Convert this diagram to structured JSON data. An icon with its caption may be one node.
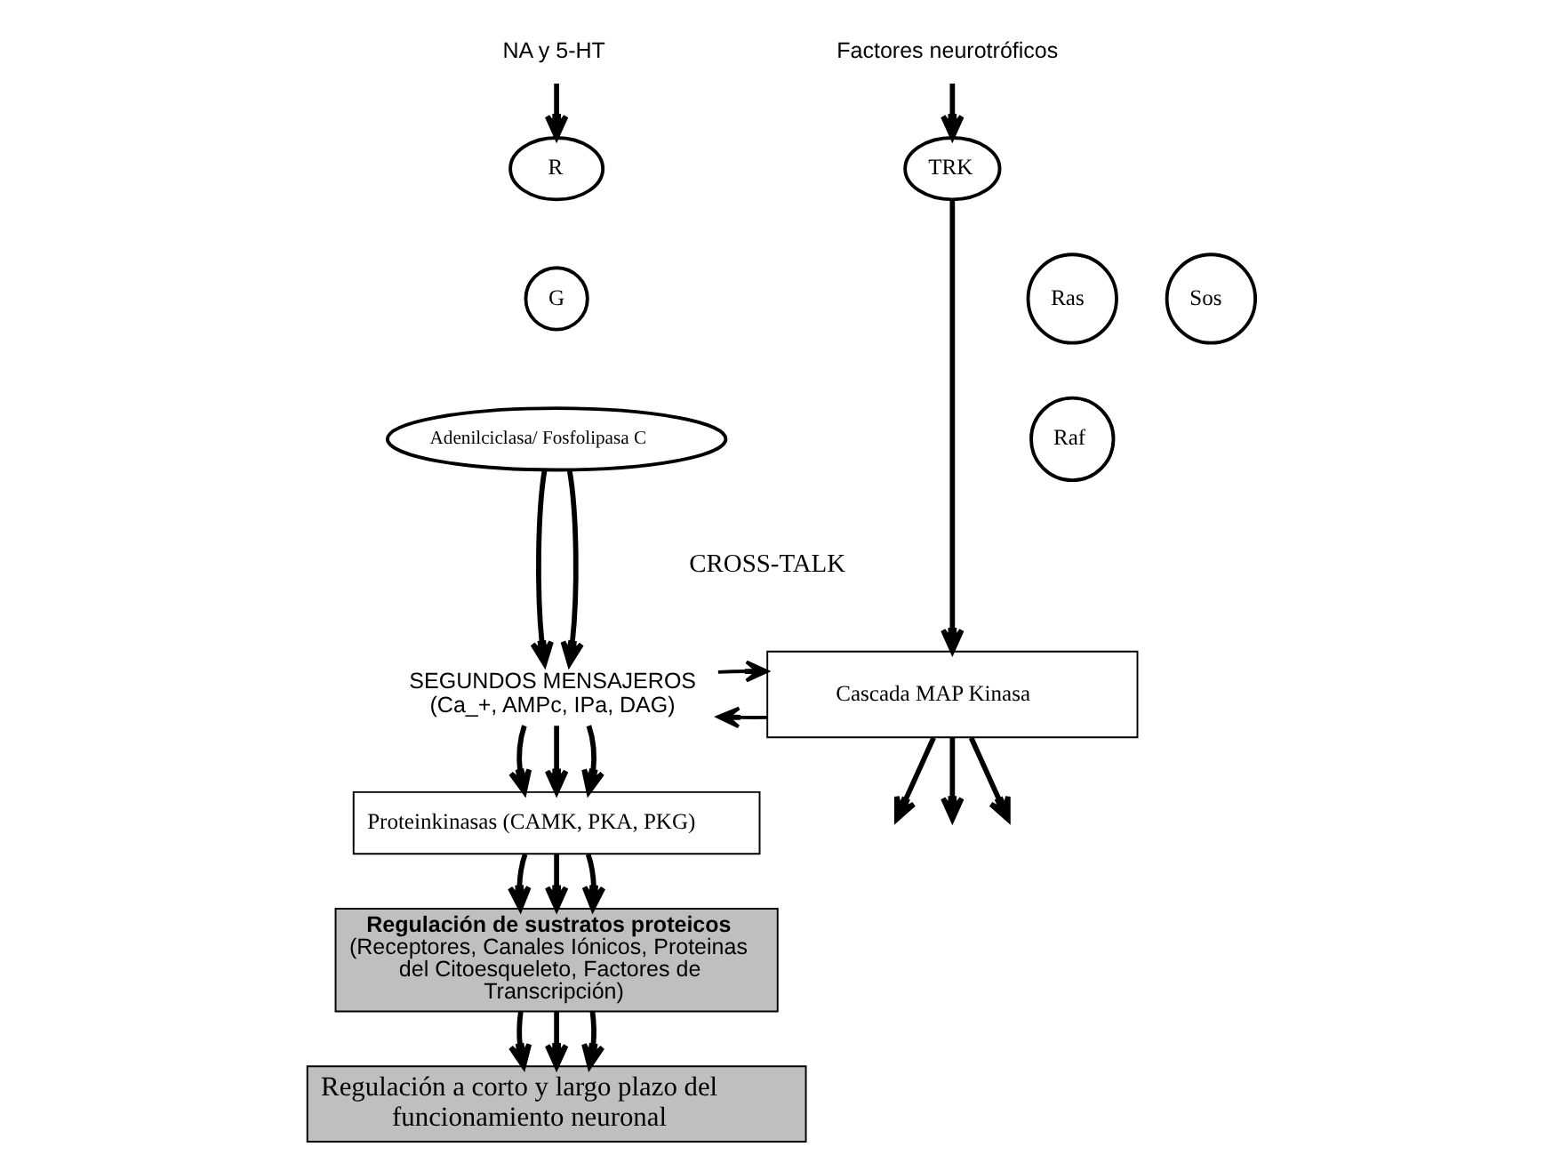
{
  "diagram": {
    "nodes": [
      {
        "text": [
          "NA y 5-HT"
        ]
      },
      {
        "text": [
          "R"
        ]
      },
      {
        "text": [
          "G"
        ]
      },
      {
        "text": [
          "Adenilciclasa/ Fosfolipasa C"
        ]
      },
      {
        "text": [
          "SEGUNDOS MENSAJEROS",
          "(Ca_+, AMPc, IPa, DAG)"
        ]
      },
      {
        "text": [
          "Proteinkinasas (CAMK, PKA, PKG)"
        ]
      },
      {
        "text": [
          "Factores neurotróficos"
        ]
      },
      {
        "text": [
          "Ras"
        ]
      },
      {
        "text": [
          "Raf"
        ]
      },
      {
        "text": [
          "Sos"
        ]
      },
      {
        "text": [
          "TRK"
        ]
      },
      {
        "text": [
          "Cascada MAP Kinasa"
        ]
      },
      {
        "text": [
          "Regulación de sustratos proteicos",
          "(Receptores, Canales Iónicos, Proteinas del Citoesqueleto, Factores de Transcripción)"
        ]
      },
      {
        "text": [
          "Regulación a corto y largo plazo del funcionamiento neuronal"
        ]
      }
    ],
    "edges": [
      {
        "from": 0,
        "to": 1,
        "arrow": "to"
      },
      {
        "from": 3,
        "to": 4,
        "arrow": "to"
      },
      {
        "from": 3,
        "to": 4,
        "arrow": "to"
      },
      {
        "from": 4,
        "to": 5,
        "arrow": "to"
      },
      {
        "from": 4,
        "to": 5,
        "arrow": "to"
      },
      {
        "from": 4,
        "to": 5,
        "arrow": "to"
      },
      {
        "from": 6,
        "to": 10,
        "arrow": "to"
      },
      {
        "from": 10,
        "to": 11,
        "arrow": "to"
      },
      {
        "from": 11,
        "to": 4,
        "arrow": "to"
      },
      {
        "from": 4,
        "to": 11,
        "arrow": "to"
      },
      {
        "from": 11,
        "to": null,
        "arrow": "to"
      },
      {
        "from": 11,
        "to": null,
        "arrow": "to"
      },
      {
        "from": 11,
        "to": null,
        "arrow": "to"
      },
      {
        "from": 5,
        "to": 12,
        "arrow": "to"
      },
      {
        "from": 5,
        "to": 12,
        "arrow": "to"
      },
      {
        "from": 5,
        "to": 12,
        "arrow": "to"
      },
      {
        "from": 12,
        "to": 13,
        "arrow": "to"
      },
      {
        "from": 12,
        "to": 13,
        "arrow": "to"
      },
      {
        "from": 12,
        "to": 13,
        "arrow": "to"
      }
    ],
    "labels": [
      "CROSS-TALK"
    ]
  }
}
